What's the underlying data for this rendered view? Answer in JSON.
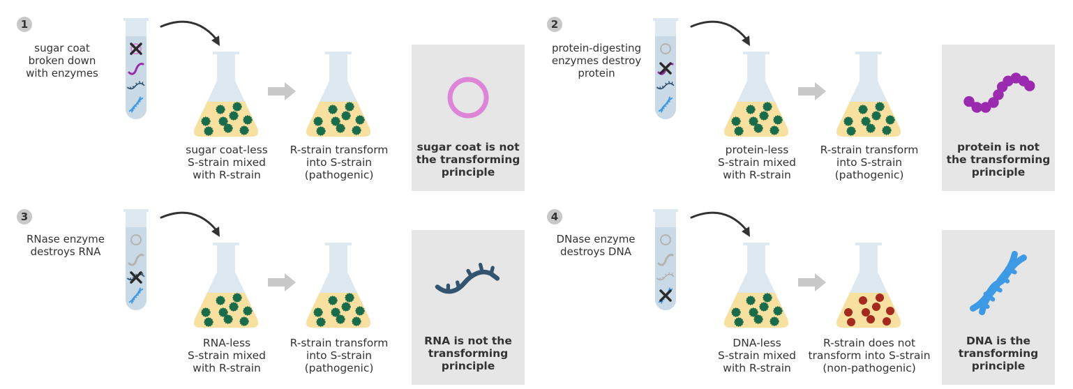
{
  "colors": {
    "tube_glass": "#dde8f0",
    "tube_liquid": "#c9d9e6",
    "flask_glass": "#dde8f0",
    "flask_liquid": "#f8e1a0",
    "s_strain": "#1a6b4a",
    "r_strain": "#a42a1e",
    "sugar_coat": "#dd85d6",
    "protein": "#9a2aae",
    "rna": "#33546f",
    "dna": "#3f9ae6",
    "destroyed": "#b3b3b3",
    "arrow_curved": "#333333",
    "arrow_block": "#c8c8c8",
    "result_bg": "#e6e6e6"
  },
  "panels": [
    {
      "number": "1",
      "description": [
        "sugar coat",
        "broken down",
        "with enzymes"
      ],
      "tube_items": [
        "sugar-coat-destroyed",
        "protein",
        "rna",
        "dna"
      ],
      "mixed_caption": [
        "sugar coat-less",
        "S-strain mixed",
        "with R-strain"
      ],
      "outcome_caption": [
        "R-strain transform",
        "into S-strain",
        "(pathogenic)"
      ],
      "outcome_strain": "S",
      "result_icon": "sugar-coat",
      "result_text": [
        "sugar coat is not",
        "the transforming",
        "principle"
      ]
    },
    {
      "number": "2",
      "description": [
        "protein-digesting",
        "enzymes destroy",
        "protein"
      ],
      "tube_items": [
        "sugar-coat-faded",
        "protein-destroyed",
        "rna",
        "dna"
      ],
      "mixed_caption": [
        "protein-less",
        "S-strain mixed",
        "with R-strain"
      ],
      "outcome_caption": [
        "R-strain transform",
        "into S-strain",
        "(pathogenic)"
      ],
      "outcome_strain": "S",
      "result_icon": "protein",
      "result_text": [
        "protein is not",
        "the transforming",
        "principle"
      ]
    },
    {
      "number": "3",
      "description": [
        "RNase enzyme",
        "destroys RNA"
      ],
      "tube_items": [
        "sugar-coat-faded",
        "protein-faded",
        "rna-destroyed",
        "dna"
      ],
      "mixed_caption": [
        "RNA-less",
        "S-strain mixed",
        "with R-strain"
      ],
      "outcome_caption": [
        "R-strain transform",
        "into S-strain",
        "(pathogenic)"
      ],
      "outcome_strain": "S",
      "result_icon": "rna",
      "result_text": [
        "RNA is not the",
        "transforming",
        "principle"
      ]
    },
    {
      "number": "4",
      "description": [
        "DNase enzyme",
        "destroys DNA"
      ],
      "tube_items": [
        "sugar-coat-faded",
        "protein-faded",
        "rna-faded",
        "dna-destroyed"
      ],
      "mixed_caption": [
        "DNA-less",
        "S-strain mixed",
        "with R-strain"
      ],
      "outcome_caption": [
        "R-strain does not",
        "transform into S-strain",
        "(non-pathogenic)"
      ],
      "outcome_strain": "R",
      "result_icon": "dna",
      "result_text": [
        "DNA is the",
        "transforming",
        "principle"
      ]
    }
  ]
}
